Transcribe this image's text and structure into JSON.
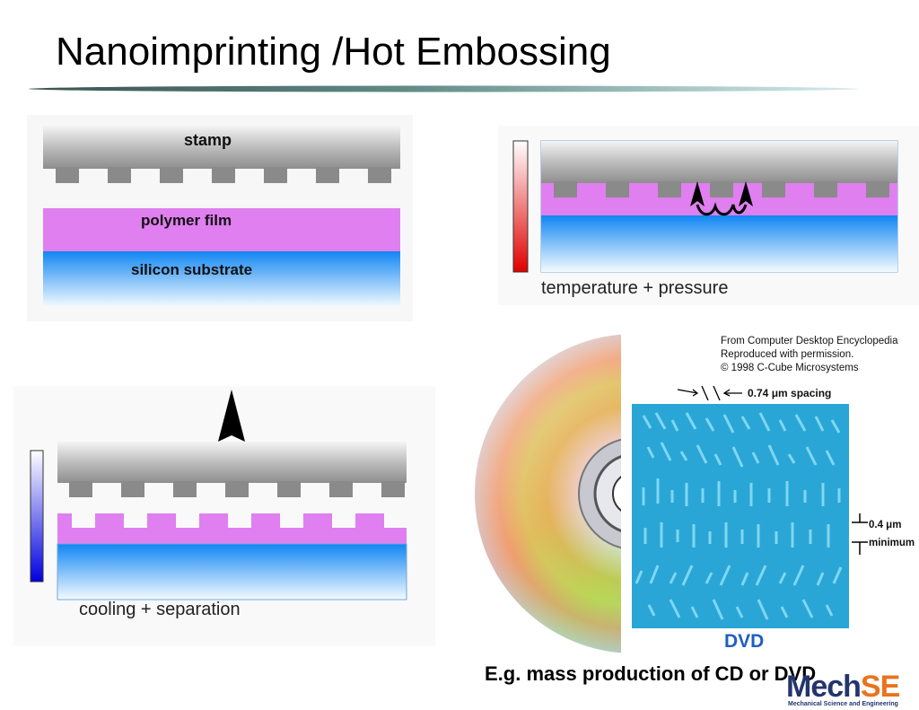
{
  "slide": {
    "title": "Nanoimprinting /Hot Embossing"
  },
  "panel1": {
    "stamp_label": "stamp",
    "polymer_label": "polymer film",
    "substrate_label": "silicon substrate"
  },
  "panel2": {
    "caption": "temperature + pressure"
  },
  "panel3": {
    "caption": "cooling + separation"
  },
  "dvd_figure": {
    "credit": [
      "From Computer Desktop Encyclopedia",
      "Reproduced with permission.",
      "© 1998 C-Cube Microsystems"
    ],
    "spacing_label": "0.74 μm spacing",
    "min_label_value": "0.4 μm",
    "min_label_word": "minimum",
    "disc_label": "DVD"
  },
  "caption": "E.g. mass production of CD or DVD",
  "logo": {
    "brand_part1": "Mech",
    "brand_part2": "SE",
    "subtitle": "Mechanical Science and Engineering"
  },
  "colors": {
    "polymer": "#e07ff0",
    "substrate": "#1e8ff5",
    "stamp_dark": "#8a8a8a",
    "logo_navy": "#24346e",
    "logo_orange": "#e8741e",
    "dvd_blue": "#1f5fbf"
  }
}
